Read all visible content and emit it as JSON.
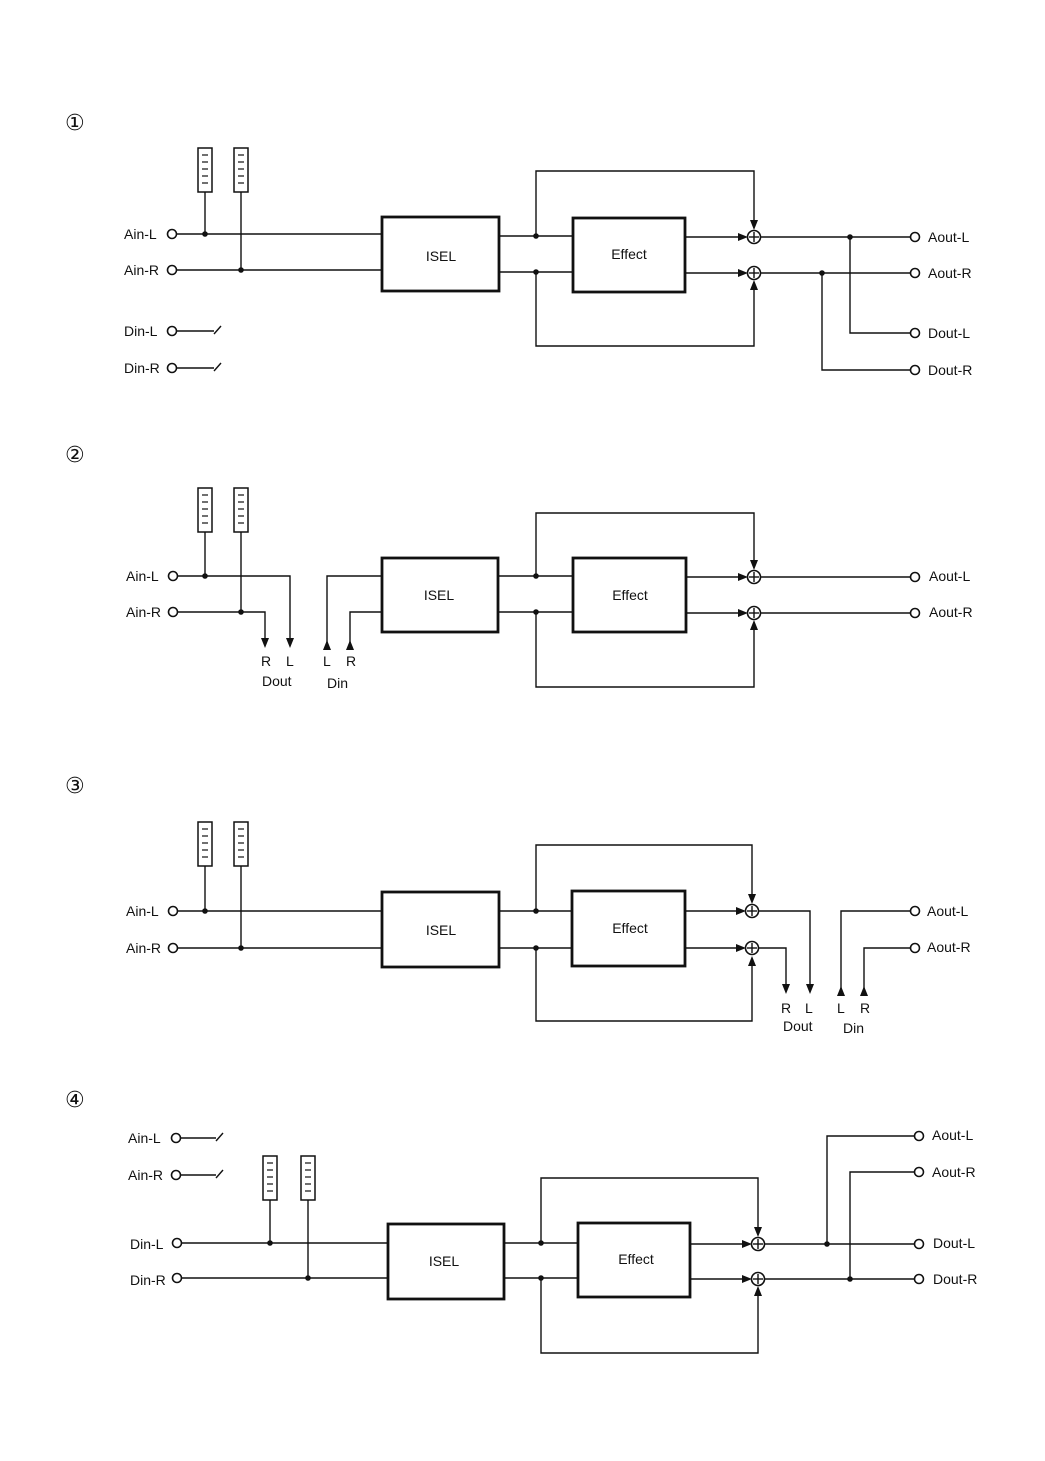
{
  "diagrams": [
    {
      "number": "①",
      "labels": {
        "ain_l": "Ain-L",
        "ain_r": "Ain-R",
        "din_l": "Din-L",
        "din_r": "Din-R",
        "aout_l": "Aout-L",
        "aout_r": "Aout-R",
        "dout_l": "Dout-L",
        "dout_r": "Dout-R"
      },
      "blocks": {
        "isel": "ISEL",
        "effect": "Effect"
      }
    },
    {
      "number": "②",
      "labels": {
        "ain_l": "Ain-L",
        "ain_r": "Ain-R",
        "aout_l": "Aout-L",
        "aout_r": "Aout-R",
        "dout_r": "R",
        "dout_l": "L",
        "dout": "Dout",
        "din_l": "L",
        "din_r": "R",
        "din": "Din"
      },
      "blocks": {
        "isel": "ISEL",
        "effect": "Effect"
      }
    },
    {
      "number": "③",
      "labels": {
        "ain_l": "Ain-L",
        "ain_r": "Ain-R",
        "aout_l": "Aout-L",
        "aout_r": "Aout-R",
        "dout_r": "R",
        "dout_l": "L",
        "dout": "Dout",
        "din_l": "L",
        "din_r": "R",
        "din": "Din"
      },
      "blocks": {
        "isel": "ISEL",
        "effect": "Effect"
      }
    },
    {
      "number": "④",
      "labels": {
        "ain_l": "Ain-L",
        "ain_r": "Ain-R",
        "din_l": "Din-L",
        "din_r": "Din-R",
        "aout_l": "Aout-L",
        "aout_r": "Aout-R",
        "dout_l": "Dout-L",
        "dout_r": "Dout-R"
      },
      "blocks": {
        "isel": "ISEL",
        "effect": "Effect"
      }
    }
  ]
}
